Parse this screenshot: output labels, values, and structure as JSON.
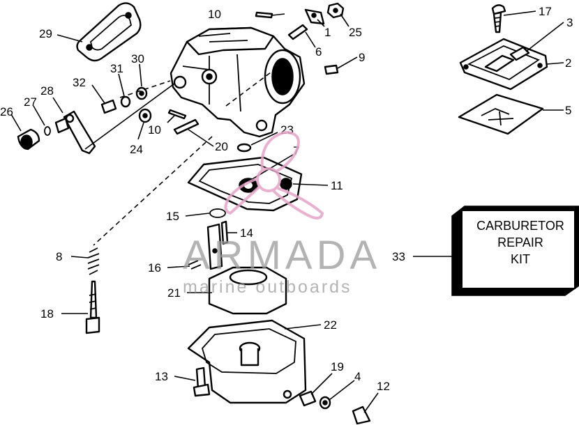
{
  "diagram": {
    "callouts": [
      {
        "id": "c1",
        "text": "1"
      },
      {
        "id": "c2",
        "text": "2"
      },
      {
        "id": "c3",
        "text": "3"
      },
      {
        "id": "c4",
        "text": "4"
      },
      {
        "id": "c5",
        "text": "5"
      },
      {
        "id": "c6",
        "text": "6"
      },
      {
        "id": "c7",
        "text": "7"
      },
      {
        "id": "c8",
        "text": "8"
      },
      {
        "id": "c9",
        "text": "9"
      },
      {
        "id": "c10a",
        "text": "10"
      },
      {
        "id": "c10b",
        "text": "10"
      },
      {
        "id": "c11",
        "text": "11"
      },
      {
        "id": "c12",
        "text": "12"
      },
      {
        "id": "c13",
        "text": "13"
      },
      {
        "id": "c14",
        "text": "14"
      },
      {
        "id": "c15",
        "text": "15"
      },
      {
        "id": "c16",
        "text": "16"
      },
      {
        "id": "c17",
        "text": "17"
      },
      {
        "id": "c18",
        "text": "18"
      },
      {
        "id": "c19",
        "text": "19"
      },
      {
        "id": "c20",
        "text": "20"
      },
      {
        "id": "c21",
        "text": "21"
      },
      {
        "id": "c22",
        "text": "22"
      },
      {
        "id": "c23",
        "text": "23"
      },
      {
        "id": "c24",
        "text": "24"
      },
      {
        "id": "c25",
        "text": "25"
      },
      {
        "id": "c26",
        "text": "26"
      },
      {
        "id": "c27",
        "text": "27"
      },
      {
        "id": "c28",
        "text": "28"
      },
      {
        "id": "c29",
        "text": "29"
      },
      {
        "id": "c30",
        "text": "30"
      },
      {
        "id": "c31",
        "text": "31"
      },
      {
        "id": "c32",
        "text": "32"
      },
      {
        "id": "c33",
        "text": "33"
      }
    ],
    "kit_box": {
      "line1": "CARBURETOR",
      "line2": "REPAIR",
      "line3": "KIT"
    }
  },
  "watermark": {
    "brand": "ARMADA",
    "tagline": "marine outboards",
    "color": "#e6a4c8"
  }
}
